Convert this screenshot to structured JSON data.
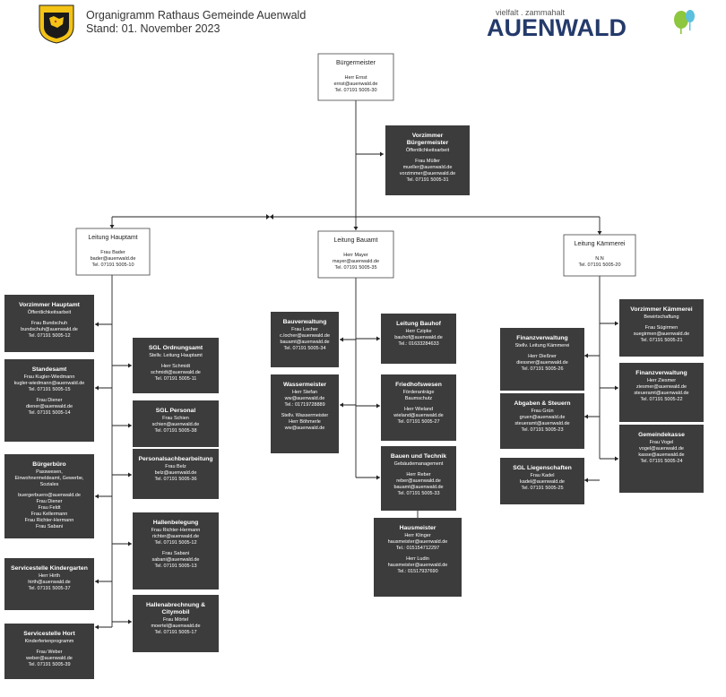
{
  "header": {
    "title_line1": "Organigramm Rathaus Gemeinde Auenwald",
    "title_line2": "Stand: 01. November 2023",
    "logo_tagline": "vielfalt . zammahalt",
    "logo_word": "AUENWALD"
  },
  "colors": {
    "dark_box": "#3c3c3c",
    "logo_blue": "#243a6b",
    "tree_green": "#8dc63f",
    "tree_blue": "#5bc0de"
  },
  "boxes": {
    "buergermeister": {
      "title": "Bürgermeister",
      "lines": [
        "Herr Ernst",
        "ernst@auenwald.de",
        "Tel. 07191 5005-30"
      ]
    },
    "vorzimmer_bm": {
      "title": [
        "Vorzimmer",
        "Bürgermeister"
      ],
      "lines": [
        "Öffentlichkeitsarbeit",
        "",
        "Frau Müller",
        "mueller@auenwald.de",
        "vorzimmer@auenwald.de",
        "Tel. 07191 5005-31"
      ]
    },
    "leitung_hauptamt": {
      "title": "Leitung Hauptamt",
      "lines": [
        "Frau Bader",
        "bader@auenwald.de",
        "Tel. 07191 5005-10"
      ]
    },
    "leitung_bauamt": {
      "title": "Leitung Bauamt",
      "lines": [
        "Herr Mayer",
        "mayer@auenwald.de",
        "Tel. 07191 5005-35"
      ]
    },
    "leitung_kaemmerei": {
      "title": "Leitung Kämmerei",
      "lines": [
        "N.N",
        "Tel. 07191 5005-20"
      ]
    },
    "vorzimmer_hauptamt": {
      "title": "Vorzimmer Hauptamt",
      "lines": [
        "Öffentlichkeitsarbeit",
        "",
        "Frau Bundschuh",
        "bundschuh@auenwald.de",
        "Tel. 07191 5005-12"
      ]
    },
    "standesamt": {
      "title": "Standesamt",
      "lines": [
        "Frau Kugler-Wiedmann",
        "kugler-wiedmann@auenwald.de",
        "Tel. 07191 5005-15",
        "",
        "Frau Diener",
        "diener@auenwald.de",
        "Tel. 07191 5005-14"
      ]
    },
    "buergerbuero": {
      "title": "Bürgerbüro",
      "lines": [
        "Passwesen,",
        "Einwohnermeldeamt, Gewerbe,",
        "Soziales",
        "",
        "buergerbuero@auenwald.de",
        "Frau Diener",
        "Frau Feldt",
        "Frau Kellermann",
        "Frau Richter-Hermann",
        "Frau Sabani"
      ]
    },
    "servicestelle_kiga": {
      "title": "Servicestelle Kindergarten",
      "lines": [
        "Herr Hirth",
        "hirth@auenwald.de",
        "Tel. 07191 5005-37"
      ]
    },
    "servicestelle_hort": {
      "title": "Servicestelle Hort",
      "lines": [
        "Kinderferienprogramm",
        "",
        "Frau Weber",
        "weber@auenwald.de",
        "Tel. 07191 5005-39"
      ]
    },
    "sgl_ordnungsamt": {
      "title": "SGL Ordnungsamt",
      "lines": [
        "Stellv. Leitung Hauptamt",
        "",
        "Herr Schmidt",
        "schmidt@auenwald.de",
        "Tel. 07191 5005-11"
      ]
    },
    "sgl_personal": {
      "title": "SGL Personal",
      "lines": [
        "Frau Schien",
        "schien@auenwald.de",
        "Tel. 07191 5005-38"
      ]
    },
    "personalsachbearbeitung": {
      "title": "Personalsachbearbeitung",
      "lines": [
        "Frau Belz",
        "belz@auenwald.de",
        "Tel. 07191 5005-36"
      ]
    },
    "hallenbelegung": {
      "title": "Hallenbelegung",
      "lines": [
        "Frau Richter-Hermann",
        "richter@auenwald.de",
        "Tel. 07191 5005-12",
        "",
        "Frau Sabani",
        "sabani@auenwald.de",
        "Tel. 07191 5005-13"
      ]
    },
    "hallenabrechnung": {
      "title": [
        "Hallenabrechnung &",
        "Citymobil"
      ],
      "lines": [
        "Frau Mörtel",
        "moertel@auenwald.de",
        "Tel. 07191 5005-17"
      ]
    },
    "bauverwaltung": {
      "title": "Bauverwaltung",
      "lines": [
        "Frau Locher",
        "c.locher@auenwald.de",
        "bauamt@auenwald.de",
        "Tel. 07191 5005-34"
      ]
    },
    "wassermeister": {
      "title": "Wassermeister",
      "lines": [
        "Herr Stefan",
        "ww@auenwald.de",
        "Tel.: 01719728889",
        "",
        "Stellv. Wassermeister",
        "Herr Böhmerle",
        "ww@auenwald.de"
      ]
    },
    "leitung_bauhof": {
      "title": "Leitung Bauhof",
      "lines": [
        "Herr Czipke",
        "bauhof@auenwald.de",
        "Tel.: 01633284633"
      ]
    },
    "friedhofswesen": {
      "title": "Friedhofswesen",
      "lines": [
        "Förderanträge",
        "Baumschutz",
        "",
        "Herr Wieland",
        "wieland@auenwald.de",
        "Tel. 07191 5005-27"
      ]
    },
    "bauen_technik": {
      "title": "Bauen und Technik",
      "lines": [
        "Gebäudemanagement",
        "",
        "Herr Reber",
        "reber@auenwald.de",
        "bauamt@auenwald.de",
        "Tel. 07191 5005-33"
      ]
    },
    "hausmeister": {
      "title": "Hausmeister",
      "lines": [
        "Herr Klinger",
        "hausmeister@auenwald.de",
        "Tel.: 015154712297",
        "",
        "Herr Ludin",
        "hausmeister@auenwald.de",
        "Tel.: 01517937690"
      ]
    },
    "finanzverwaltung_1": {
      "title": "Finanzverwaltung",
      "lines": [
        "Stellv. Leitung Kämmerei",
        "",
        "Herr Dießner",
        "diessner@auenwald.de",
        "Tel. 07191 5005-26"
      ]
    },
    "abgaben_steuern": {
      "title": "Abgaben & Steuern",
      "lines": [
        "Frau Grün",
        "gruen@auenwald.de",
        "steueramt@auenwald.de",
        "Tel. 07191 5005-23"
      ]
    },
    "sgl_liegenschaften": {
      "title": "SGL Liegenschaften",
      "lines": [
        "Frau Kadel",
        "kadel@auenwald.de",
        "Tel. 07191 5005-25"
      ]
    },
    "vorzimmer_kaemmerei": {
      "title": "Vorzimmer Kämmerei",
      "lines": [
        "Bewirtschaftung",
        "",
        "Frau Sügirmen",
        "suegirmen@auenwald.de",
        "Tel. 07191 5005-21"
      ]
    },
    "finanzverwaltung_2": {
      "title": "Finanzverwaltung",
      "lines": [
        "Herr Ziesmer",
        "ziesmer@auenwald.de",
        "steueramt@auenwald.de",
        "Tel. 07191 5005-22"
      ]
    },
    "gemeindekasse": {
      "title": "Gemeindekasse",
      "lines": [
        "Frau Vogel",
        "vogel@auenwald.de",
        "kasse@auenwald.de",
        "Tel. 07191 5005-24"
      ]
    }
  }
}
